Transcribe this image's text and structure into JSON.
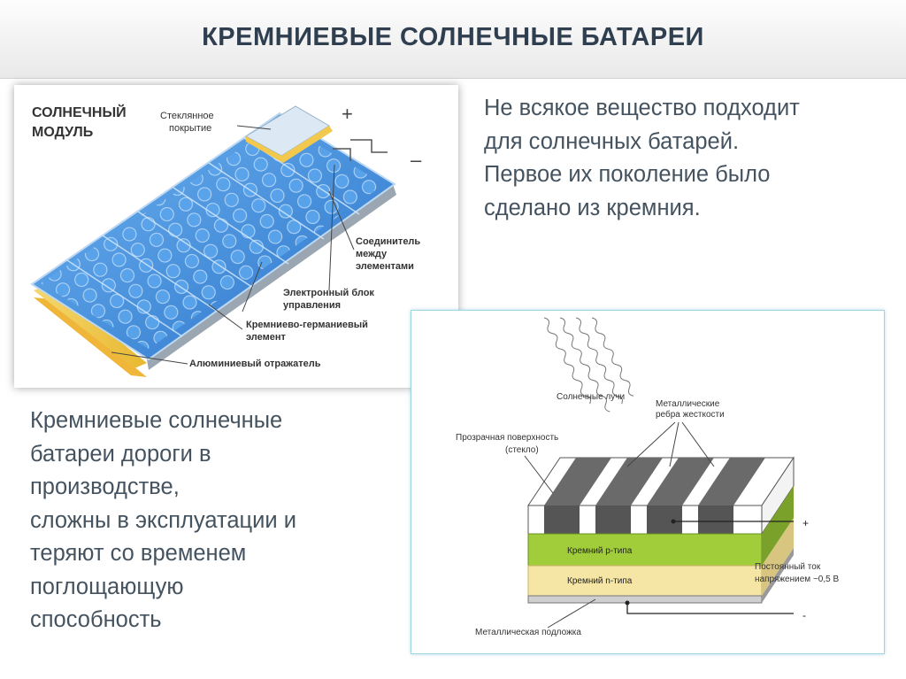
{
  "slide": {
    "title": "КРЕМНИЕВЫЕ СОЛНЕЧНЫЕ БАТАРЕИ",
    "paragraph_top": [
      "Не всякое вещество подходит",
      "для солнечных батарей.",
      "Первое их поколение было",
      "сделано из кремния."
    ],
    "paragraph_bottom": [
      "Кремниевые солнечные",
      "батареи дороги в",
      "производстве,",
      "сложны в эксплуатации и",
      "теряют  со временем",
      "поглощающую",
      "способность"
    ]
  },
  "module_figure": {
    "title_line1": "СОЛНЕЧНЫЙ",
    "title_line2": "МОДУЛЬ",
    "glass_line1": "Стеклянное",
    "glass_line2": "покрытие",
    "plus": "+",
    "minus": "–",
    "connector_line1": "Соединитель",
    "connector_line2": "между",
    "connector_line3": "элементами",
    "control_line1": "Электронный блок",
    "control_line2": "управления",
    "element_line1": "Кремниево-германиевый",
    "element_line2": "элемент",
    "reflector": "Алюминиевый отражатель"
  },
  "junction_figure": {
    "sun_rays": "Солнечные лучи",
    "ribs_line1": "Металлические",
    "ribs_line2": "ребра жесткости",
    "glass_line1": "Прозрачная поверхность",
    "glass_line2": "(стекло)",
    "p_type": "Кремний p-типа",
    "n_type": "Кремний n-типа",
    "plus": "+",
    "minus": "-",
    "current_line1": "Постоянный ток",
    "current_line2": "напряжением ~0,5 В",
    "substrate": "Металлическая подложка"
  },
  "colors": {
    "title_text": "#2f3f50",
    "body_text": "#44535f",
    "panel_blue": "#3d8fe0",
    "frame_yellow": "#f2c94c",
    "p_silicon": "#9ccc3a",
    "n_silicon": "#f6e6a6",
    "rib_gray": "#666666",
    "junction_border": "#9fd5e3"
  }
}
